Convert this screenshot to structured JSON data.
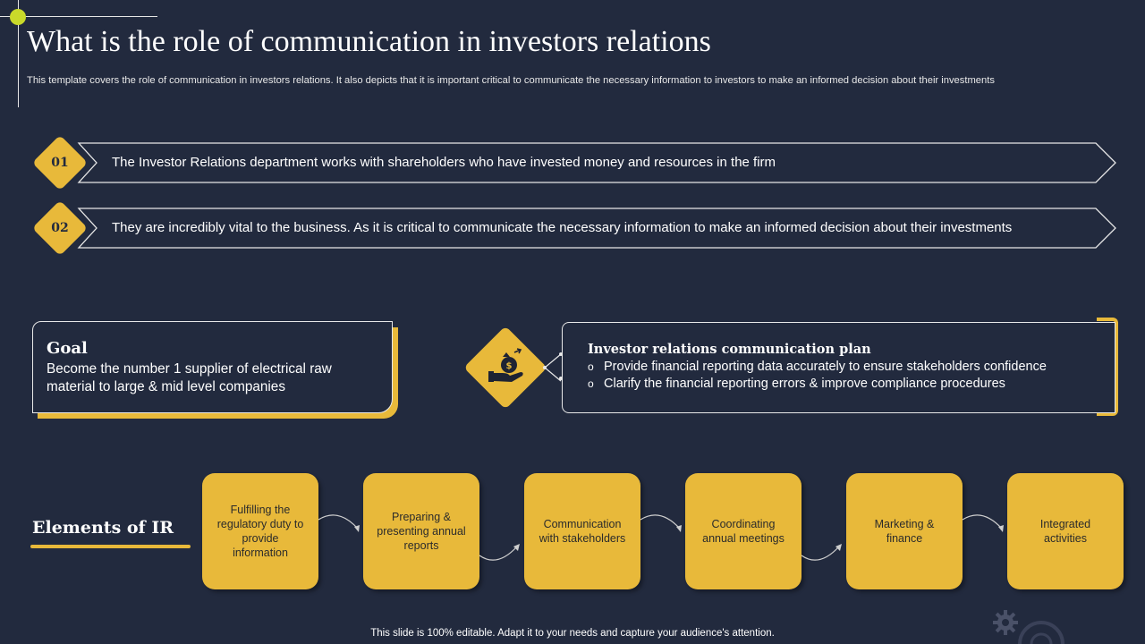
{
  "title": "What is the role of communication in investors relations",
  "subtitle": "This template covers the role of communication in investors relations. It also depicts that it is important critical to communicate the necessary information to investors to make an informed decision about their investments",
  "points": [
    {
      "number": "01",
      "text": "The Investor Relations department works with shareholders who have invested money and resources in the firm"
    },
    {
      "number": "02",
      "text": "They are incredibly vital to the business. As it is critical to communicate the necessary information to make an informed decision about their investments"
    }
  ],
  "goal": {
    "title": "Goal",
    "text": "Become the number 1 supplier of electrical raw material to large & mid level companies"
  },
  "plan": {
    "icon": "money-bag-hand-icon",
    "title": "Investor relations communication plan",
    "bullet": "o",
    "items": [
      "Provide financial reporting data accurately to ensure stakeholders confidence",
      "Clarify the financial reporting errors & improve compliance procedures"
    ]
  },
  "elements": {
    "title": "Elements of IR",
    "items": [
      "Fulfilling the regulatory duty to provide information",
      "Preparing & presenting annual reports",
      "Communication with stakeholders",
      "Coordinating annual meetings",
      "Marketing & finance",
      "Integrated activities"
    ]
  },
  "footer": "This slide is 100% editable. Adapt it to your needs and capture your audience's attention.",
  "decor_icon": "gears-icon",
  "colors": {
    "background": "#222a3e",
    "accent": "#e8b93a",
    "corner_dot": "#c9d92a",
    "text": "#ffffff"
  }
}
